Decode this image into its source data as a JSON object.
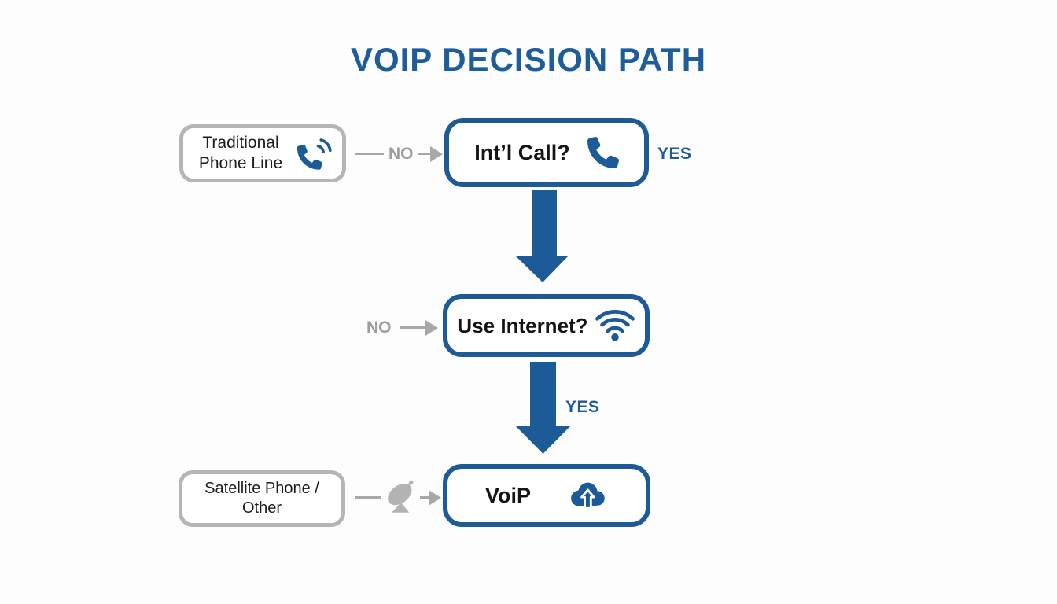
{
  "title": "VOIP DECISION PATH",
  "colors": {
    "blue_accent": "#1d5b98",
    "title_blue": "#1e5d9c",
    "gray_border": "#b5b5b5",
    "gray_connector": "#a8a8a8",
    "gray_label": "#9c9c9c",
    "text_black": "#1c1c1c"
  },
  "nodes": {
    "traditional": {
      "label": "Traditional Phone Line",
      "icon": "phone-volume-icon"
    },
    "intl_call": {
      "label": "Int’l Call?",
      "icon": "phone-icon"
    },
    "use_internet": {
      "label": "Use Internet?",
      "icon": "wifi-icon"
    },
    "voip": {
      "label": "VoiP",
      "icon": "cloud-upload-icon"
    },
    "satellite": {
      "label": "Satellite Phone / Other",
      "icon": "satellite-dish-icon"
    }
  },
  "edges": {
    "traditional_no": "NO",
    "intl_yes": "YES",
    "internet_no": "NO",
    "internet_yes": "YES"
  }
}
